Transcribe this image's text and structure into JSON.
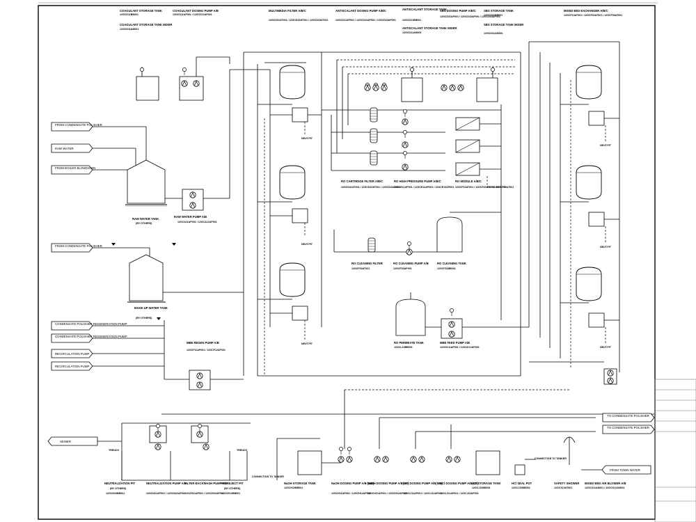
{
  "equipment": {
    "coagulant_storage_tank": "COAGULANT STORAGE TANK",
    "coagulant_storage_tank_tag": "12GCD11BB001",
    "coagulant_dosing_pump": "COAGULANT DOSING PUMP A/B",
    "coagulant_dosing_pump_tag": "12GCD11AP001 / 12GCD12AP001",
    "coagulant_mixer": "COAGULANT STORAGE TANK MIXER",
    "coagulant_mixer_tag": "12GCD11AM001",
    "multimedia_filter": "MULTIMEDIA FILTER A/B/C",
    "multimedia_filter_tag": "12GCD31AT001 / 12GCD32AT001 / 12GCD33AT001",
    "antiscalant_pump": "ANTISCALANT DOSING PUMP A/B/C",
    "antiscalant_pump_tag": "12GCD21AP001 / 12GCD22AP001 / 12GCD23AP001",
    "antiscalant_tank": "ANTISCALANT STORAGE TANK",
    "antiscalant_tank_tag": "12GCD21BB001",
    "antiscalant_mixer": "ANTISCALANT STORAGE TANK MIXER",
    "antiscalant_mixer_tag": "12GCD21AM001",
    "sbs_pump": "SBS DOSING PUMP A/B/C",
    "sbs_pump_tag": "12GCD31AP001 / 12GCD32AP001 / 12GCD33AP001",
    "sbs_tank": "SBS STORAGE TANK",
    "sbs_tank_tag": "12GCD31BB001",
    "sbs_mixer": "SBS STORAGE TANK MIXER",
    "sbs_mixer_tag": "12GCD31AM001",
    "mixed_bed": "MIXED BED EXCHANGER A/B/C",
    "mixed_bed_tag": "12GCF10AT001 / 12GCF20AT001 / 12GCF30AT001",
    "raw_water_tank": "RAW WATER TANK",
    "raw_water_tank_note": "(BY OTHERS)",
    "raw_water_pump": "RAW WATER PUMP A/B",
    "raw_water_pump_tag": "12GCA11AP001 / 12GCA12AP001",
    "ro_cartridge": "RO CARTRIDGE FILTER A/B/C",
    "ro_cartridge_tag": "12GCD41AT001 / 12GCD42AT001 / 12GCD43AT001",
    "ro_hp_pump": "RO HIGH PRESSURE PUMP A/B/C",
    "ro_hp_pump_tag": "12GCE11AP001 / 12GCE12AP001 / 12GCE13AP001",
    "ro_module": "RO MODULE A/B/C",
    "ro_module_tag": "12GCF10AT001 / 12GCF20AT001 / 12GCF30AT001",
    "ro_reject_pit": "RO REJECT PIT",
    "ro_cleaning_filter": "RO CLEANING FILTER",
    "ro_cleaning_filter_tag": "12GCF30AT001",
    "ro_cleaning_pump": "RO CLEANING PUMP A/B",
    "ro_cleaning_pump_tag": "12GCF30AP001",
    "ro_cleaning_tank": "RO CLEANING TANK",
    "ro_cleaning_tank_tag": "12GCF31BB001",
    "makeup_tank": "MAKE-UP WATER TANK",
    "makeup_tank_note": "(BY OTHERS)",
    "ro_permeate_tank": "RO PERMEATE TANK",
    "ro_permeate_tank_tag": "12GCL10BB001",
    "mbe_feed_pump": "MBE FEED PUMP A/B",
    "mbe_feed_pump_tag": "12GCK11AP001 / 12GCK12AP001",
    "mbe_regen_pump": "MBE REGEN PUMP A/B",
    "mbe_regen_pump_tag": "12GCF11AP001 / 12GCF12AP001",
    "neutralization_pit": "NEUTRALIZATION PIT",
    "neutralization_pit_note": "(BY OTHERS)",
    "neutralization_pit_tag": "12GCN10BB001",
    "neutralization_pump": "NEUTRALIZATION PUMP A/B",
    "neutralization_pump_tag": "12GCN21AP001 / 12GCN22AP001",
    "filter_backwash_pump": "FILTER BACKWASH PUMP A/B",
    "filter_backwash_pump_tag": "12GCR21AP001 / 12GCR22AP001",
    "ro_reject_pit_b": "RO REJECT PIT",
    "ro_reject_pit_b_note": "(BY OTHERS)",
    "ro_reject_pit_b_tag": "12GCR10BB001",
    "naoh_tank": "NaOH STORAGE TANK",
    "naoh_tank_tag": "12GCH10BB001",
    "naoh_pump_mb": "NaOH DOSING PUMP A/B (MB)",
    "naoh_pump_mb_tag": "12GCH11AP001 / 12GCH12AP001",
    "naoh_pump_cp": "NaOH DOSING PUMP A/B(CP)",
    "naoh_pump_cp_tag": "12GCH21AP001 / 12GCH22AP001",
    "hcl_pump_mb": "HCl DOSING PUMP A/B(MB)",
    "hcl_pump_mb_tag": "12GCJ11AP001 / 12GCJ12AP001",
    "hcl_pump_cp": "HCl DOSING PUMP A/B(CP)",
    "hcl_pump_cp_tag": "12GCJ21AP001 / 12GCJ22AP001",
    "hcl_tank": "HCl STORAGE TANK",
    "hcl_tank_tag": "12GCJ10BB001",
    "hcl_seal_pot": "HCl SEAL POT",
    "hcl_seal_pot_tag": "12GCJ10BB002",
    "safety_shower": "SAFETY SHOWER",
    "safety_shower_tag": "12GCX10AT001",
    "mb_air_blower": "MIXED BED AIR BLOWER A/B",
    "mb_air_blower_tag": "12GCG11AN001 / 12GCG12AN001"
  },
  "streams": {
    "from_condensate_polisher_1": "FROM CONDENSATE POLISHER",
    "raw_water": "RAW WATER",
    "from_boiler_blowdown": "FROM BOILER BLOWDOWN",
    "from_condensate_polisher_2": "FROM CONDENSATE POLISHER",
    "cp_regen_pump_1": "CONDENSATE POLISHER REGENERATION PUMP",
    "cp_regen_pump_2": "CONDENSATE POLISHER REGENERATION PUMP",
    "recirculation_pump_1": "RECIRCULATION PUMP",
    "recirculation_pump_2": "RECIRCULATION PUMP",
    "sewer": "SEWER",
    "to_cp_1": "TO CONDENSATE POLISHER",
    "to_cp_2": "TO CONDENSATE POLISHER",
    "from_town_water": "FROM TOWN WATER"
  },
  "notes": {
    "neut_pit": "NEUT.PIT",
    "trench": "TRENCH",
    "connection_to_tanker": "CONNECTION TO TANKER"
  }
}
